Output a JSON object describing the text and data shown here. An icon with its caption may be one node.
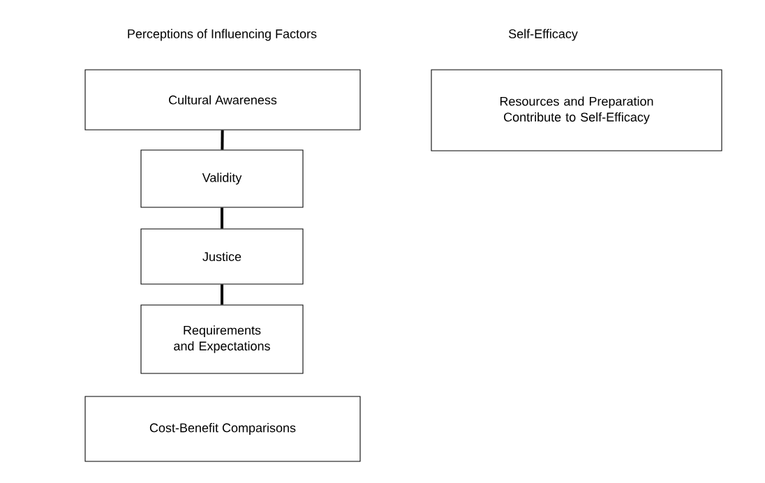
{
  "diagram": {
    "nodes": [
      {
        "text": [
          "Cultural Awareness"
        ]
      },
      {
        "text": [
          "Validity"
        ]
      },
      {
        "text": [
          "Justice"
        ]
      },
      {
        "text": [
          "Requirements and Expectations"
        ]
      },
      {
        "text": [
          "Cost-Benefit Comparisons"
        ]
      },
      {
        "text": [
          "Resources and Preparation Contribute to Self-Efficacy"
        ]
      }
    ],
    "edges": [
      {
        "from": 0,
        "to": 1,
        "arrow": "none"
      },
      {
        "from": 1,
        "to": 2,
        "arrow": "none"
      },
      {
        "from": 2,
        "to": 3,
        "arrow": "none"
      }
    ],
    "labels": [
      "Perceptions of Influencing Factors",
      "Self-Efficacy"
    ]
  }
}
